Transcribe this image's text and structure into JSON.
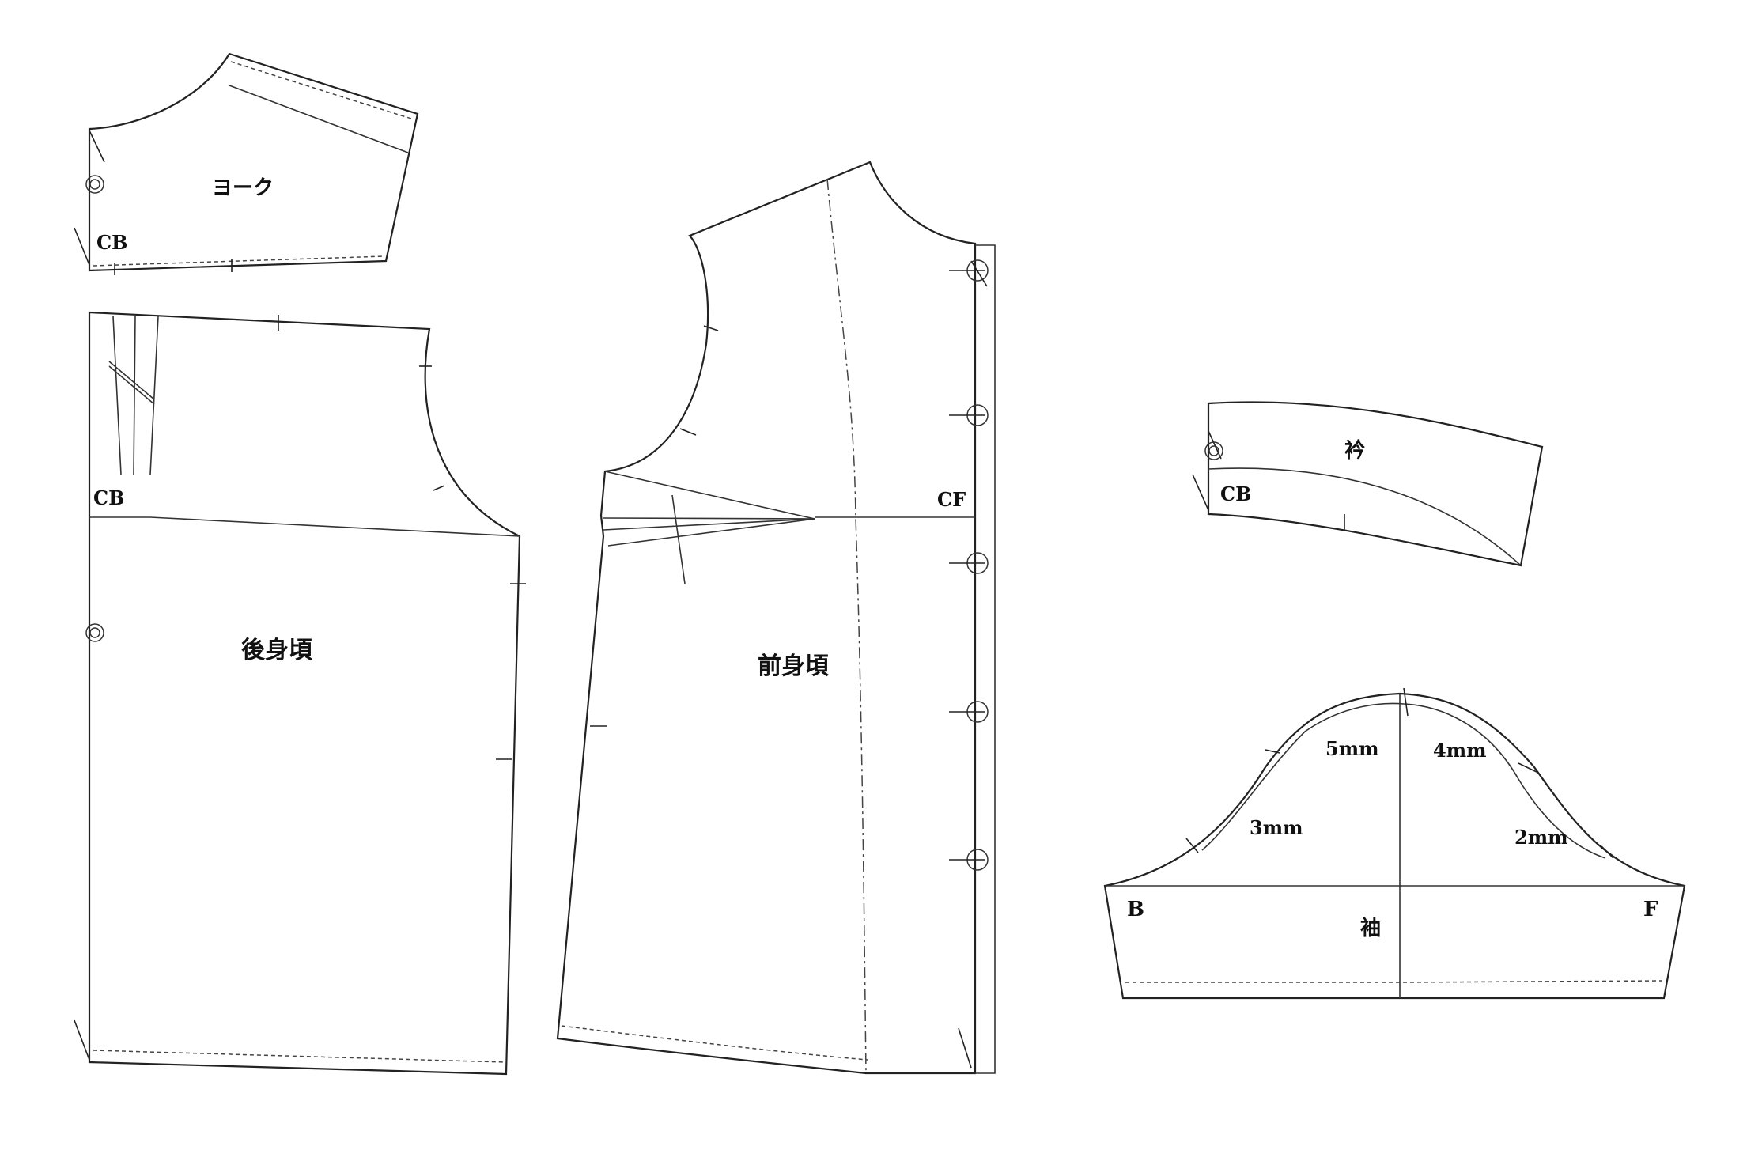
{
  "pieces": {
    "yoke": {
      "name": "ヨーク",
      "cb": "CB"
    },
    "back": {
      "name": "後身頃",
      "cb": "CB"
    },
    "front": {
      "name": "前身頃",
      "cf": "CF"
    },
    "collar": {
      "name": "衿",
      "cb": "CB"
    },
    "sleeve": {
      "name": "袖",
      "back_mark": "B",
      "front_mark": "F",
      "ease": [
        "5mm",
        "4mm",
        "3mm",
        "2mm"
      ]
    }
  }
}
